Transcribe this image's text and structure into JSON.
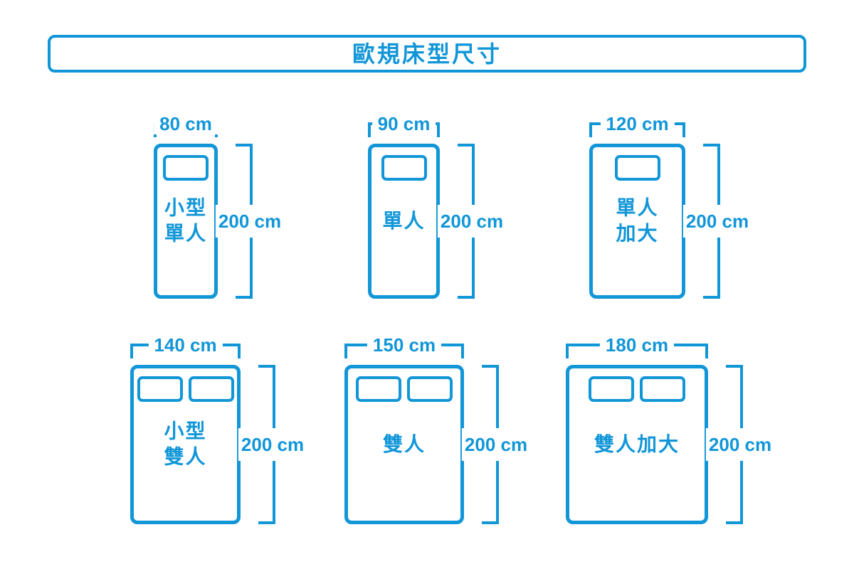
{
  "title": "歐規床型尺寸",
  "unit": "cm",
  "accent_color": "#1196D8",
  "background_color": "#FFFFFF",
  "length_label_shared": "200 cm",
  "beds": [
    {
      "label": "小型單人",
      "display_label": "小型\n單人",
      "width_label": "80 cm",
      "length_label": "200 cm",
      "width_cm": 80,
      "length_cm": 200,
      "pillows": 1
    },
    {
      "label": "單人",
      "display_label": "單人",
      "width_label": "90 cm",
      "length_label": "200 cm",
      "width_cm": 90,
      "length_cm": 200,
      "pillows": 1
    },
    {
      "label": "單人加大",
      "display_label": "單人\n加大",
      "width_label": "120 cm",
      "length_label": "200 cm",
      "width_cm": 120,
      "length_cm": 200,
      "pillows": 1
    },
    {
      "label": "小型雙人",
      "display_label": "小型\n雙人",
      "width_label": "140 cm",
      "length_label": "200 cm",
      "width_cm": 140,
      "length_cm": 200,
      "pillows": 2
    },
    {
      "label": "雙人",
      "display_label": "雙人",
      "width_label": "150 cm",
      "length_label": "200 cm",
      "width_cm": 150,
      "length_cm": 200,
      "pillows": 2
    },
    {
      "label": "雙人加大",
      "display_label": "雙人加大",
      "width_label": "180 cm",
      "length_label": "200 cm",
      "width_cm": 180,
      "length_cm": 200,
      "pillows": 2
    }
  ]
}
